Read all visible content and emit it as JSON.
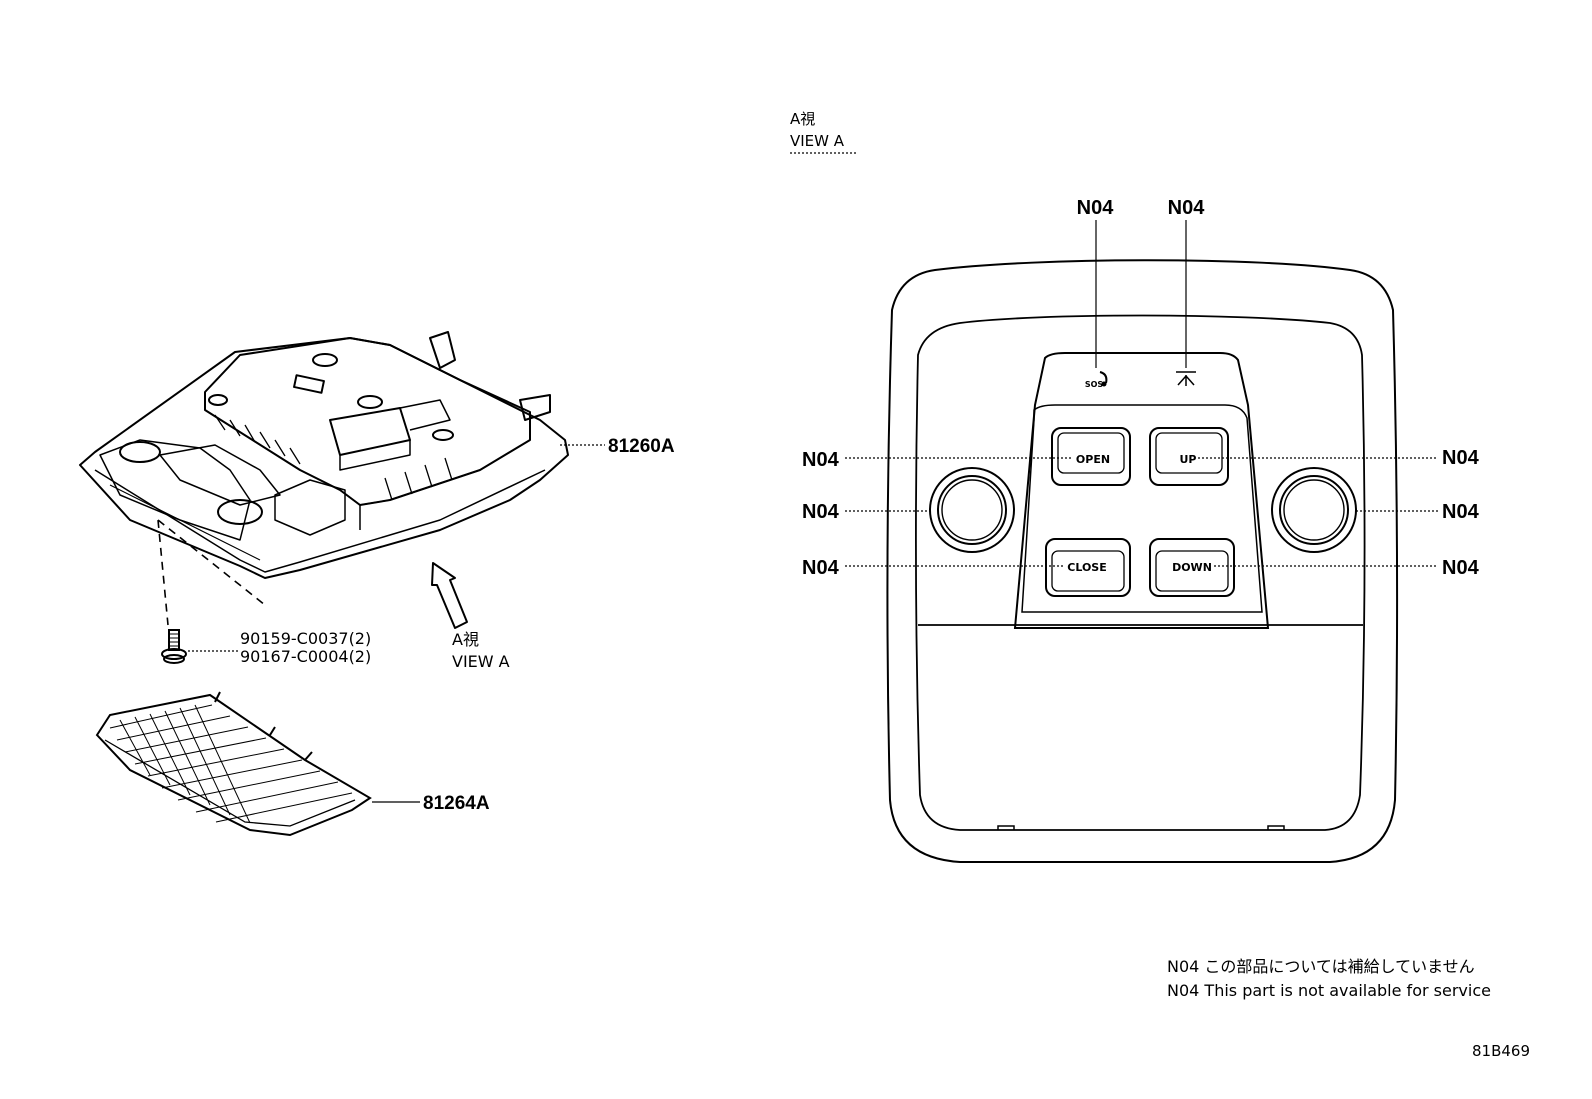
{
  "view_a_header": {
    "kanji": "A視",
    "english": "VIEW A"
  },
  "view_a_arrow": {
    "kanji": "A視",
    "english": "VIEW A"
  },
  "parts": {
    "console": "81260A",
    "grille": "81264A",
    "screw_1": "90159-C0037(2)",
    "screw_2": "90167-C0004(2)"
  },
  "callouts": {
    "sos_switch": "N04",
    "light_switch": "N04",
    "open_button": "N04",
    "close_button": "N04",
    "up_button": "N04",
    "down_button": "N04",
    "left_lamp": "N04",
    "right_lamp": "N04"
  },
  "buttons": {
    "open": "OPEN",
    "close": "CLOSE",
    "up": "UP",
    "down": "DOWN",
    "sos": "SOS"
  },
  "notes": {
    "japanese": "N04 この部品については補給していません",
    "english": "N04 This part is not available for service"
  },
  "figure_id": "81B469"
}
